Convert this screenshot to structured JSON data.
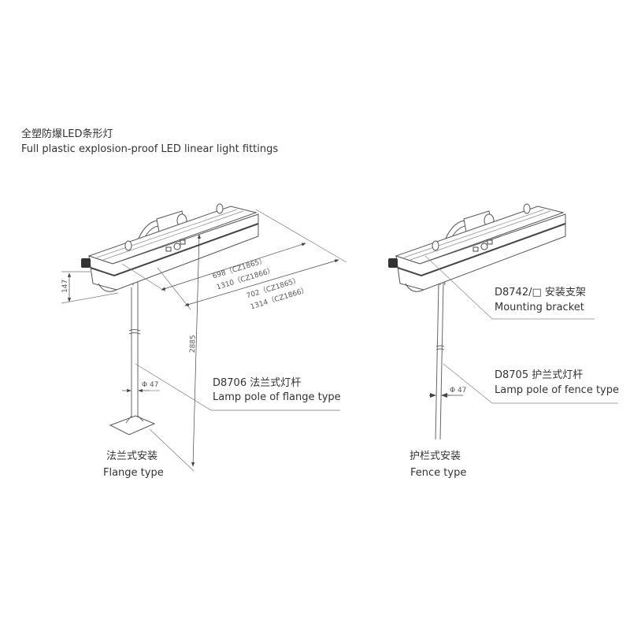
{
  "title": {
    "cn": "全塑防爆LED条形灯",
    "en": "Full plastic explosion-proof LED linear light fittings"
  },
  "dimensions": {
    "height": "147",
    "total_height": "2885",
    "inner_1": "698（CZ1865）",
    "inner_2": "1310（CZ1866）",
    "outer_1": "702（CZ1865）",
    "outer_2": "1314（CZ1866）",
    "pole_diameter_left": "Φ 47",
    "pole_diameter_right": "Φ 47"
  },
  "left": {
    "pole_cn": "D8706 法兰式灯杆",
    "pole_en": "Lamp pole of flange type",
    "install_cn": "法兰式安装",
    "install_en": "Flange type"
  },
  "right": {
    "bracket_cn": "D8742/□ 安装支架",
    "bracket_en": "Mounting bracket",
    "pole_cn": "D8705 护兰式灯杆",
    "pole_en": "Lamp pole of fence type",
    "install_cn": "护栏式安装",
    "install_en": "Fence type"
  },
  "colors": {
    "line": "#666666",
    "text": "#333333"
  }
}
